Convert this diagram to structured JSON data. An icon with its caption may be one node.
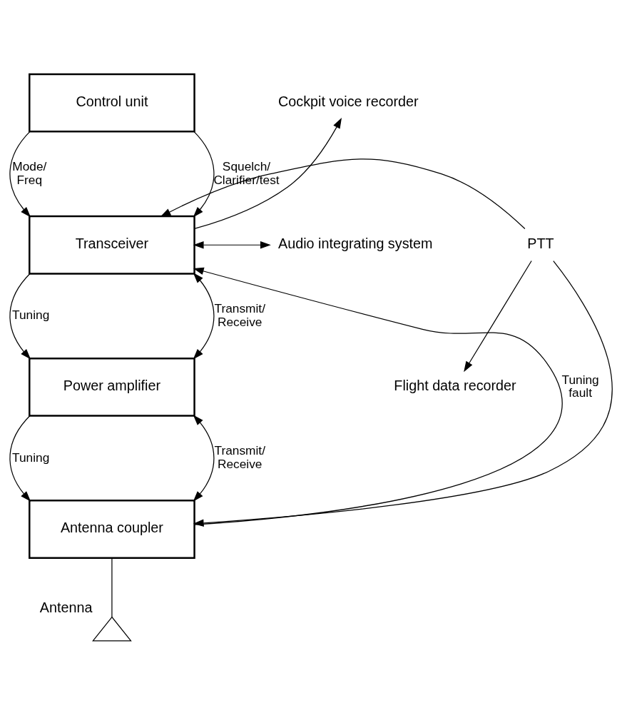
{
  "diagram": {
    "nodes": [
      {
        "text": [
          "Control unit"
        ]
      },
      {
        "text": [
          "Transceiver"
        ]
      },
      {
        "text": [
          "Power amplifier"
        ]
      },
      {
        "text": [
          "Antenna coupler"
        ]
      },
      {
        "text": [
          "Cockpit voice recorder"
        ]
      },
      {
        "text": [
          "Audio integrating system"
        ]
      },
      {
        "text": [
          "PTT"
        ]
      },
      {
        "text": [
          "Flight data recorder"
        ]
      },
      {
        "text": [
          "Antenna"
        ]
      }
    ],
    "edges": [
      {
        "from": 0,
        "to": 1,
        "arrow": "to",
        "label": "Mode/ Freq"
      },
      {
        "from": 0,
        "to": 1,
        "arrow": "to",
        "label": "Squelch/ Clarifier/test"
      },
      {
        "from": 1,
        "to": 4,
        "arrow": "to"
      },
      {
        "from": 1,
        "to": 5,
        "arrow": "both"
      },
      {
        "from": 6,
        "to": 1,
        "arrow": "to"
      },
      {
        "from": 6,
        "to": 7,
        "arrow": "to"
      },
      {
        "from": 6,
        "to": 3,
        "arrow": "to"
      },
      {
        "from": 1,
        "to": 2,
        "arrow": "to",
        "label": "Tuning"
      },
      {
        "from": 1,
        "to": 2,
        "arrow": "both",
        "label": "Transmit/ Receive"
      },
      {
        "from": 2,
        "to": 3,
        "arrow": "to",
        "label": "Tuning"
      },
      {
        "from": 2,
        "to": 3,
        "arrow": "both",
        "label": "Transmit/ Receive"
      },
      {
        "from": 3,
        "to": 1,
        "arrow": "to",
        "label": "Tuning fault"
      },
      {
        "from": 3,
        "to": 8,
        "arrow": "none"
      }
    ]
  }
}
